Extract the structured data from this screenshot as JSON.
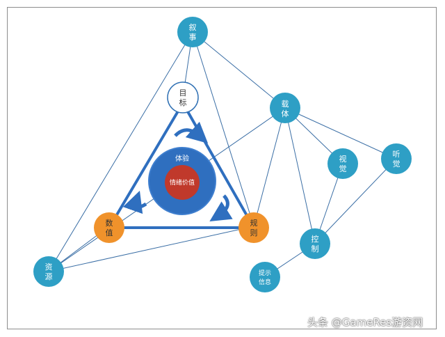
{
  "colors": {
    "node_blue": "#2e9fc5",
    "node_orange": "#f0922b",
    "triangle_blue": "#2f6fbf",
    "inner_circle": "#2f6fbf",
    "core_circle": "#c0392b",
    "line": "#3a6ea5"
  },
  "nodes": {
    "narrative": "叙事",
    "goal": "目标",
    "carrier": "载体",
    "visual": "视觉",
    "audio": "听觉",
    "value": "数值",
    "rules": "规则",
    "control": "控制",
    "resource": "资源",
    "hint": "提示信息"
  },
  "center": {
    "experience": "体验",
    "emotional_value": "情绪价值"
  },
  "watermark": "头条 @GameRes游资网"
}
